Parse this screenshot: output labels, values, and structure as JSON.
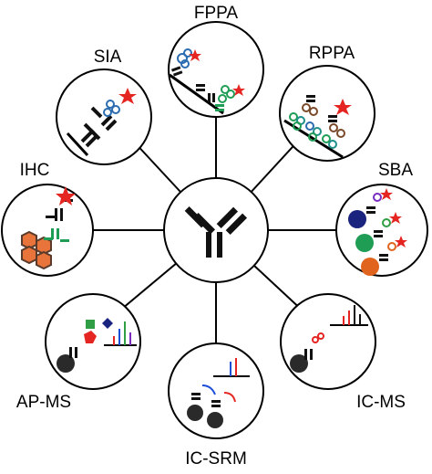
{
  "center": {
    "icon": "antibody-icon"
  },
  "nodes": [
    {
      "key": "fppa",
      "label": "FPPA"
    },
    {
      "key": "sia",
      "label": "SIA"
    },
    {
      "key": "rppa",
      "label": "RPPA"
    },
    {
      "key": "ihc",
      "label": "IHC"
    },
    {
      "key": "sba",
      "label": "SBA"
    },
    {
      "key": "apms",
      "label": "AP-MS"
    },
    {
      "key": "icms",
      "label": "IC-MS"
    },
    {
      "key": "icsrm",
      "label": "IC-SRM"
    }
  ],
  "colors": {
    "antibody": "#111111",
    "star": "#e52521",
    "blue": "#2b6cb0",
    "green": "#1f9d55",
    "brown": "#7a4a2a",
    "teal": "#1f8f8a",
    "navy": "#1a237e",
    "orange": "#e0641e",
    "purple": "#7b2cbf",
    "hex_fill": "#e8743b",
    "hex_edge": "#5a3a2a",
    "ms_red": "#d62828",
    "ms_blue": "#1d4ed8",
    "ms_green": "#2f9e44"
  }
}
